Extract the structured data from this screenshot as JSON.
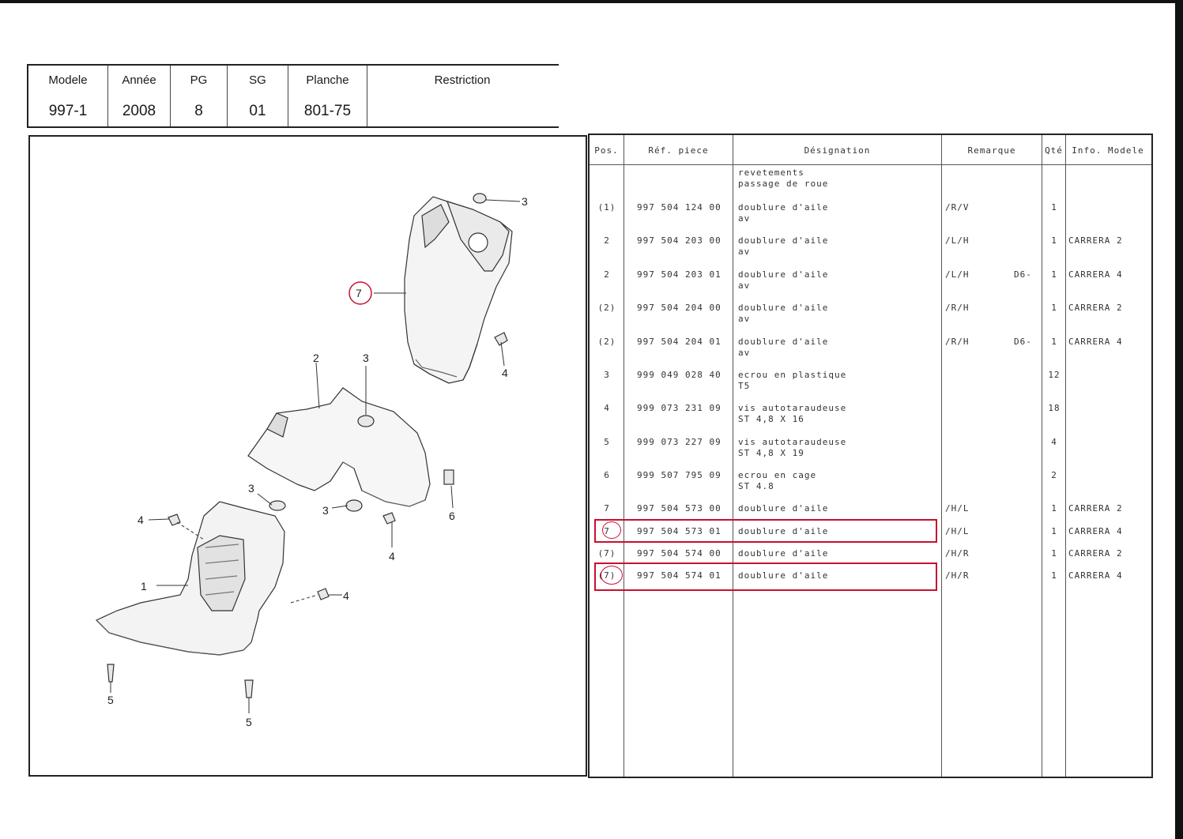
{
  "header": {
    "columns": [
      {
        "label": "Modele",
        "value": "997-1"
      },
      {
        "label": "Année",
        "value": "2008"
      },
      {
        "label": "PG",
        "value": "8"
      },
      {
        "label": "SG",
        "value": "01"
      },
      {
        "label": "Planche",
        "value": "801-75"
      },
      {
        "label": "Restriction",
        "value": ""
      }
    ]
  },
  "diagram": {
    "callouts": [
      "7",
      "3",
      "4",
      "2",
      "3",
      "3",
      "3",
      "4",
      "6",
      "4",
      "1",
      "4",
      "5",
      "5"
    ],
    "highlight_color": "#c8102e"
  },
  "parts_table": {
    "headers": [
      "Pos.",
      "Réf. piece",
      "Désignation",
      "Remarque",
      "Qté",
      "Info. Modele"
    ],
    "group_title_line1": "revetements",
    "group_title_line2": "passage de roue",
    "rows": [
      {
        "pos": "(1)",
        "ref": "997 504 124 00",
        "des1": "doublure d'aile",
        "des2": "av",
        "rem": "/R/V",
        "rem2": "",
        "qte": "1",
        "info": ""
      },
      {
        "pos": "2",
        "ref": "997 504 203 00",
        "des1": "doublure d'aile",
        "des2": "av",
        "rem": "/L/H",
        "rem2": "",
        "qte": "1",
        "info": "CARRERA 2"
      },
      {
        "pos": "2",
        "ref": "997 504 203 01",
        "des1": "doublure d'aile",
        "des2": "av",
        "rem": "/L/H",
        "rem2": "D6-",
        "qte": "1",
        "info": "CARRERA 4"
      },
      {
        "pos": "(2)",
        "ref": "997 504 204 00",
        "des1": "doublure d'aile",
        "des2": "av",
        "rem": "/R/H",
        "rem2": "",
        "qte": "1",
        "info": "CARRERA 2"
      },
      {
        "pos": "(2)",
        "ref": "997 504 204 01",
        "des1": "doublure d'aile",
        "des2": "av",
        "rem": "/R/H",
        "rem2": "D6-",
        "qte": "1",
        "info": "CARRERA 4"
      },
      {
        "pos": "3",
        "ref": "999 049 028 40",
        "des1": "ecrou en plastique",
        "des2": "T5",
        "rem": "",
        "rem2": "",
        "qte": "12",
        "info": ""
      },
      {
        "pos": "4",
        "ref": "999 073 231 09",
        "des1": "vis autotaraudeuse",
        "des2": "ST 4,8 X 16",
        "rem": "",
        "rem2": "",
        "qte": "18",
        "info": ""
      },
      {
        "pos": "5",
        "ref": "999 073 227 09",
        "des1": "vis autotaraudeuse",
        "des2": "ST 4,8 X 19",
        "rem": "",
        "rem2": "",
        "qte": "4",
        "info": ""
      },
      {
        "pos": "6",
        "ref": "999 507 795 09",
        "des1": "ecrou en cage",
        "des2": "ST 4.8",
        "rem": "",
        "rem2": "",
        "qte": "2",
        "info": ""
      },
      {
        "pos": "7",
        "ref": "997 504 573 00",
        "des1": "doublure d'aile",
        "des2": "",
        "rem": "/H/L",
        "rem2": "",
        "qte": "1",
        "info": "CARRERA 2"
      },
      {
        "pos": "7",
        "ref": "997 504 573 01",
        "des1": "doublure d'aile",
        "des2": "",
        "rem": "/H/L",
        "rem2": "",
        "qte": "1",
        "info": "CARRERA 4"
      },
      {
        "pos": "(7)",
        "ref": "997 504 574 00",
        "des1": "doublure d'aile",
        "des2": "",
        "rem": "/H/R",
        "rem2": "",
        "qte": "1",
        "info": "CARRERA 2"
      },
      {
        "pos": "(7)",
        "ref": "997 504 574 01",
        "des1": "doublure d'aile",
        "des2": "",
        "rem": "/H/R",
        "rem2": "",
        "qte": "1",
        "info": "CARRERA 4"
      }
    ]
  }
}
